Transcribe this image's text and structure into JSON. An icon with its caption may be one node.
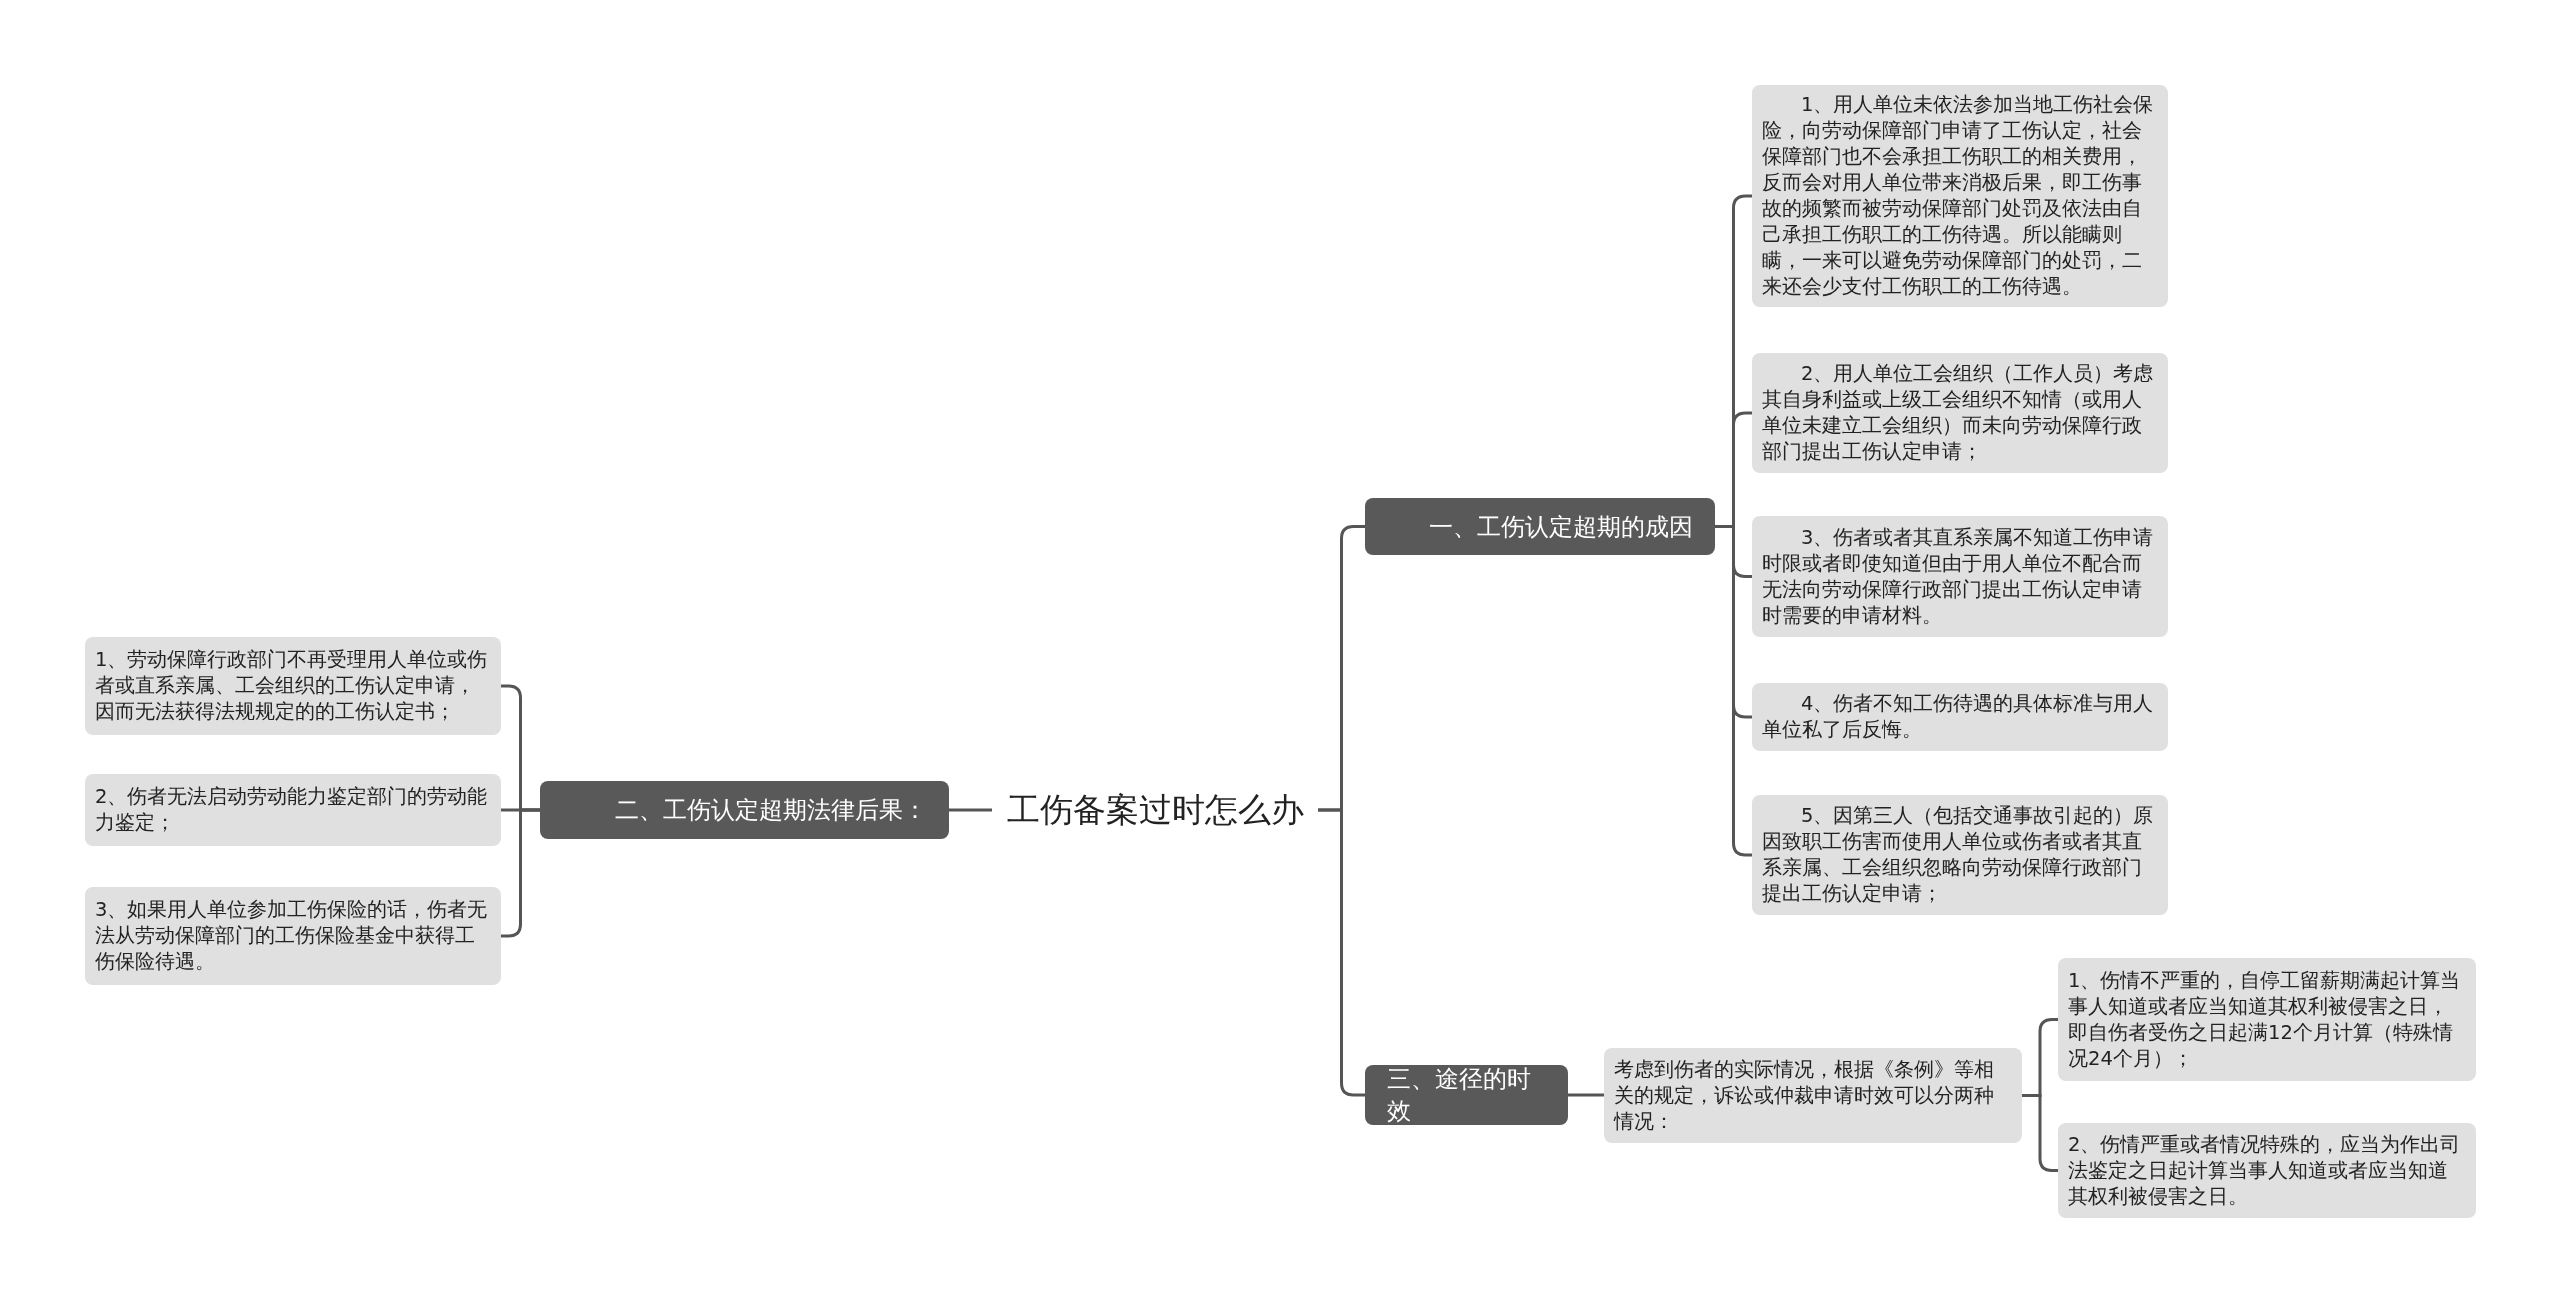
{
  "diagram": {
    "nodes": [
      {
        "text": [
          "工伤备案过时怎么办"
        ]
      },
      {
        "text": [
          "一、工伤认定超期的成因"
        ]
      },
      {
        "text": [
          "1、用人单位未依法参加当地工伤社会保险，向劳动保障部门申请了工伤认定，社会保障部门也不会承担工伤职工的相关费用，反而会对用人单位带来消极后果，即工伤事故的频繁而被劳动保障部门处罚及依法由自己承担工伤职工的工伤待遇。所以能瞒则瞒，一来可以避免劳动保障部门的处罚，二来还会少支付工伤职工的工伤待遇。"
        ]
      },
      {
        "text": [
          "2、用人单位工会组织（工作人员）考虑其自身利益或上级工会组织不知情（或用人单位未建立工会组织）而未向劳动保障行政部门提出工伤认定申请；"
        ]
      },
      {
        "text": [
          "3、伤者或者其直系亲属不知道工伤申请时限或者即使知道但由于用人单位不配合而无法向劳动保障行政部门提出工伤认定申请时需要的申请材料。"
        ]
      },
      {
        "text": [
          "4、伤者不知工伤待遇的具体标准与用人单位私了后反悔。"
        ]
      },
      {
        "text": [
          "5、因第三人（包括交通事故引起的）原因致职工伤害而使用人单位或伤者或者其直系亲属、工会组织忽略向劳动保障行政部门提出工伤认定申请；"
        ]
      },
      {
        "text": [
          "二、工伤认定超期法律后果："
        ]
      },
      {
        "text": [
          "1、劳动保障行政部门不再受理用人单位或伤者或直系亲属、工会组织的工伤认定申请，因而无法获得法规规定的的工伤认定书；"
        ]
      },
      {
        "text": [
          "2、伤者无法启动劳动能力鉴定部门的劳动能力鉴定；"
        ]
      },
      {
        "text": [
          "3、如果用人单位参加工伤保险的话，伤者无法从劳动保障部门的工伤保险基金中获得工伤保险待遇。"
        ]
      },
      {
        "text": [
          "三、途径的时效"
        ]
      },
      {
        "text": [
          "考虑到伤者的实际情况，根据《条例》等相关的规定，诉讼或仲裁申请时效可以分两种情况："
        ]
      },
      {
        "text": [
          "1、伤情不严重的，自停工留薪期满起计算当事人知道或者应当知道其权利被侵害之日，即自伤者受伤之日起满12个月计算（特殊情况24个月）；"
        ]
      },
      {
        "text": [
          "2、伤情严重或者情况特殊的，应当为作出司法鉴定之日起计算当事人知道或者应当知道其权利被侵害之日。"
        ]
      }
    ],
    "edges": [
      {
        "from": 0,
        "to": 1,
        "arrow": "none"
      },
      {
        "from": 1,
        "to": 2,
        "arrow": "none"
      },
      {
        "from": 1,
        "to": 3,
        "arrow": "none"
      },
      {
        "from": 1,
        "to": 4,
        "arrow": "none"
      },
      {
        "from": 1,
        "to": 5,
        "arrow": "none"
      },
      {
        "from": 1,
        "to": 6,
        "arrow": "none"
      },
      {
        "from": 0,
        "to": 7,
        "arrow": "none"
      },
      {
        "from": 7,
        "to": 8,
        "arrow": "none"
      },
      {
        "from": 7,
        "to": 9,
        "arrow": "none"
      },
      {
        "from": 7,
        "to": 10,
        "arrow": "none"
      },
      {
        "from": 0,
        "to": 11,
        "arrow": "none"
      },
      {
        "from": 11,
        "to": 12,
        "arrow": "none"
      },
      {
        "from": 12,
        "to": 13,
        "arrow": "none"
      },
      {
        "from": 12,
        "to": 14,
        "arrow": "none"
      }
    ]
  }
}
